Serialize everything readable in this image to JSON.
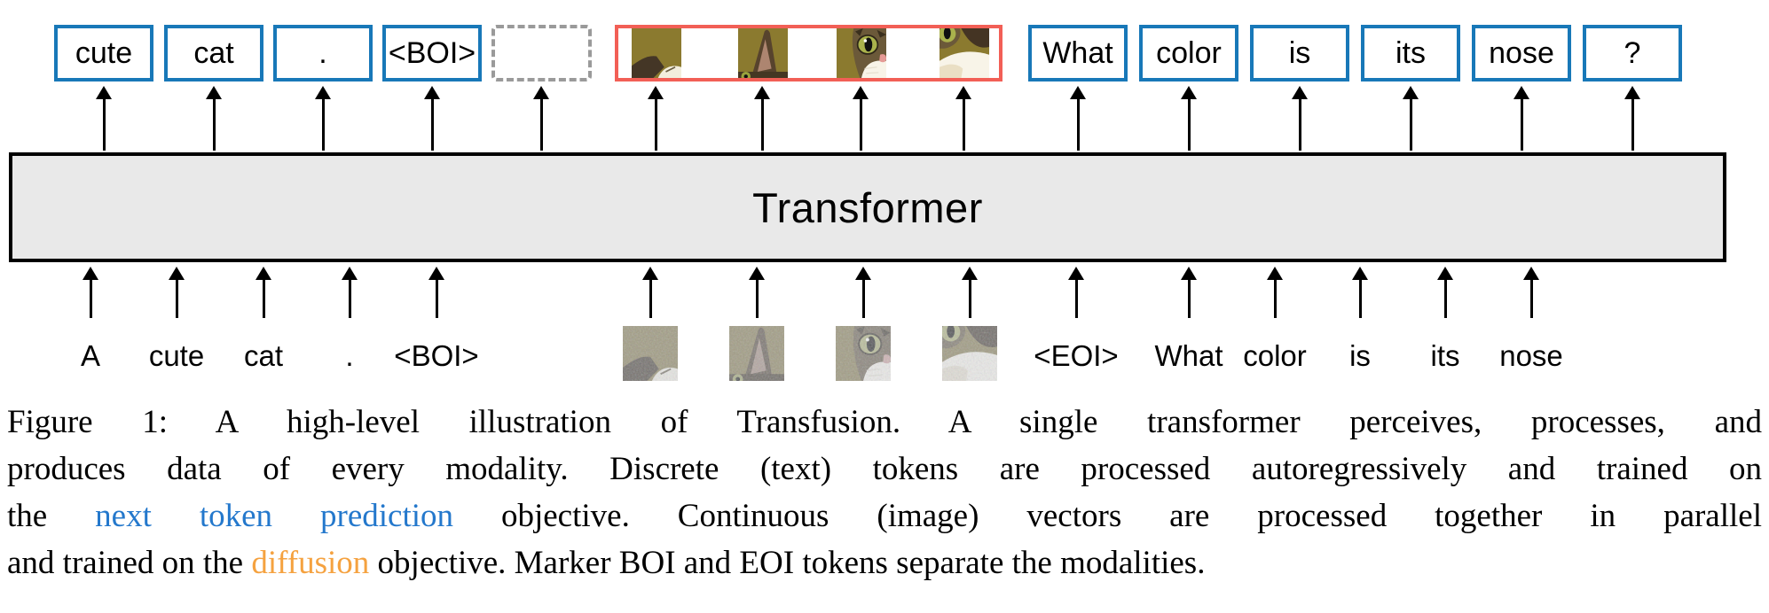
{
  "figure": {
    "transformer_label": "Transformer",
    "output_row": {
      "tokens": [
        {
          "kind": "box",
          "label": "cute"
        },
        {
          "kind": "box",
          "label": "cat"
        },
        {
          "kind": "box",
          "label": "."
        },
        {
          "kind": "box",
          "label": "<BOI>"
        },
        {
          "kind": "placeholder",
          "label": ""
        },
        {
          "kind": "image_group",
          "patches": [
            {
              "name": "cat-ear-left"
            },
            {
              "name": "cat-ear-right"
            },
            {
              "name": "cat-eye-left"
            },
            {
              "name": "cat-eye-right"
            }
          ]
        },
        {
          "kind": "box",
          "label": "What"
        },
        {
          "kind": "box",
          "label": "color"
        },
        {
          "kind": "box",
          "label": "is"
        },
        {
          "kind": "box",
          "label": "its"
        },
        {
          "kind": "box",
          "label": "nose"
        },
        {
          "kind": "box",
          "label": "?"
        }
      ]
    },
    "input_row": {
      "tokens": [
        {
          "kind": "word",
          "label": "A"
        },
        {
          "kind": "word",
          "label": "cute"
        },
        {
          "kind": "word",
          "label": "cat"
        },
        {
          "kind": "word",
          "label": "."
        },
        {
          "kind": "word",
          "label": "<BOI>"
        },
        {
          "kind": "patch",
          "name": "cat-ear-left",
          "noisy": true
        },
        {
          "kind": "patch",
          "name": "cat-ear-right",
          "noisy": true
        },
        {
          "kind": "patch",
          "name": "cat-eye-left",
          "noisy": true
        },
        {
          "kind": "patch",
          "name": "cat-eye-right",
          "noisy": true
        },
        {
          "kind": "word",
          "label": "<EOI>"
        },
        {
          "kind": "word",
          "label": "What"
        },
        {
          "kind": "word",
          "label": "color"
        },
        {
          "kind": "word",
          "label": "is"
        },
        {
          "kind": "word",
          "label": "its"
        },
        {
          "kind": "word",
          "label": "nose"
        }
      ]
    }
  },
  "caption": {
    "lines": [
      {
        "segments": [
          {
            "text": "Figure 1: A high-level illustration of Transfusion. A single transformer perceives, processes, and"
          }
        ]
      },
      {
        "segments": [
          {
            "text": "produces data of every modality. Discrete (text) tokens are processed autoregressively and trained on"
          }
        ]
      },
      {
        "segments": [
          {
            "text": "the "
          },
          {
            "text": "next token prediction",
            "color": "#2478cc",
            "name": "next-token-prediction-highlight"
          },
          {
            "text": " objective. Continuous (image) vectors are processed together in parallel"
          }
        ]
      },
      {
        "segments": [
          {
            "text": "and trained on the "
          },
          {
            "text": "diffusion",
            "color": "#f5a240",
            "name": "diffusion-highlight"
          },
          {
            "text": " objective. Marker BOI and EOI tokens separate the modalities."
          }
        ]
      }
    ]
  },
  "colors": {
    "token_box_blue": "#1878b8",
    "placeholder_dash_gray": "#9a9a9a",
    "image_box_red": "#f25f56",
    "transformer_fill": "#e9e9e9",
    "caption_link_blue": "#2478cc",
    "caption_diffusion_orange": "#f5a240"
  }
}
